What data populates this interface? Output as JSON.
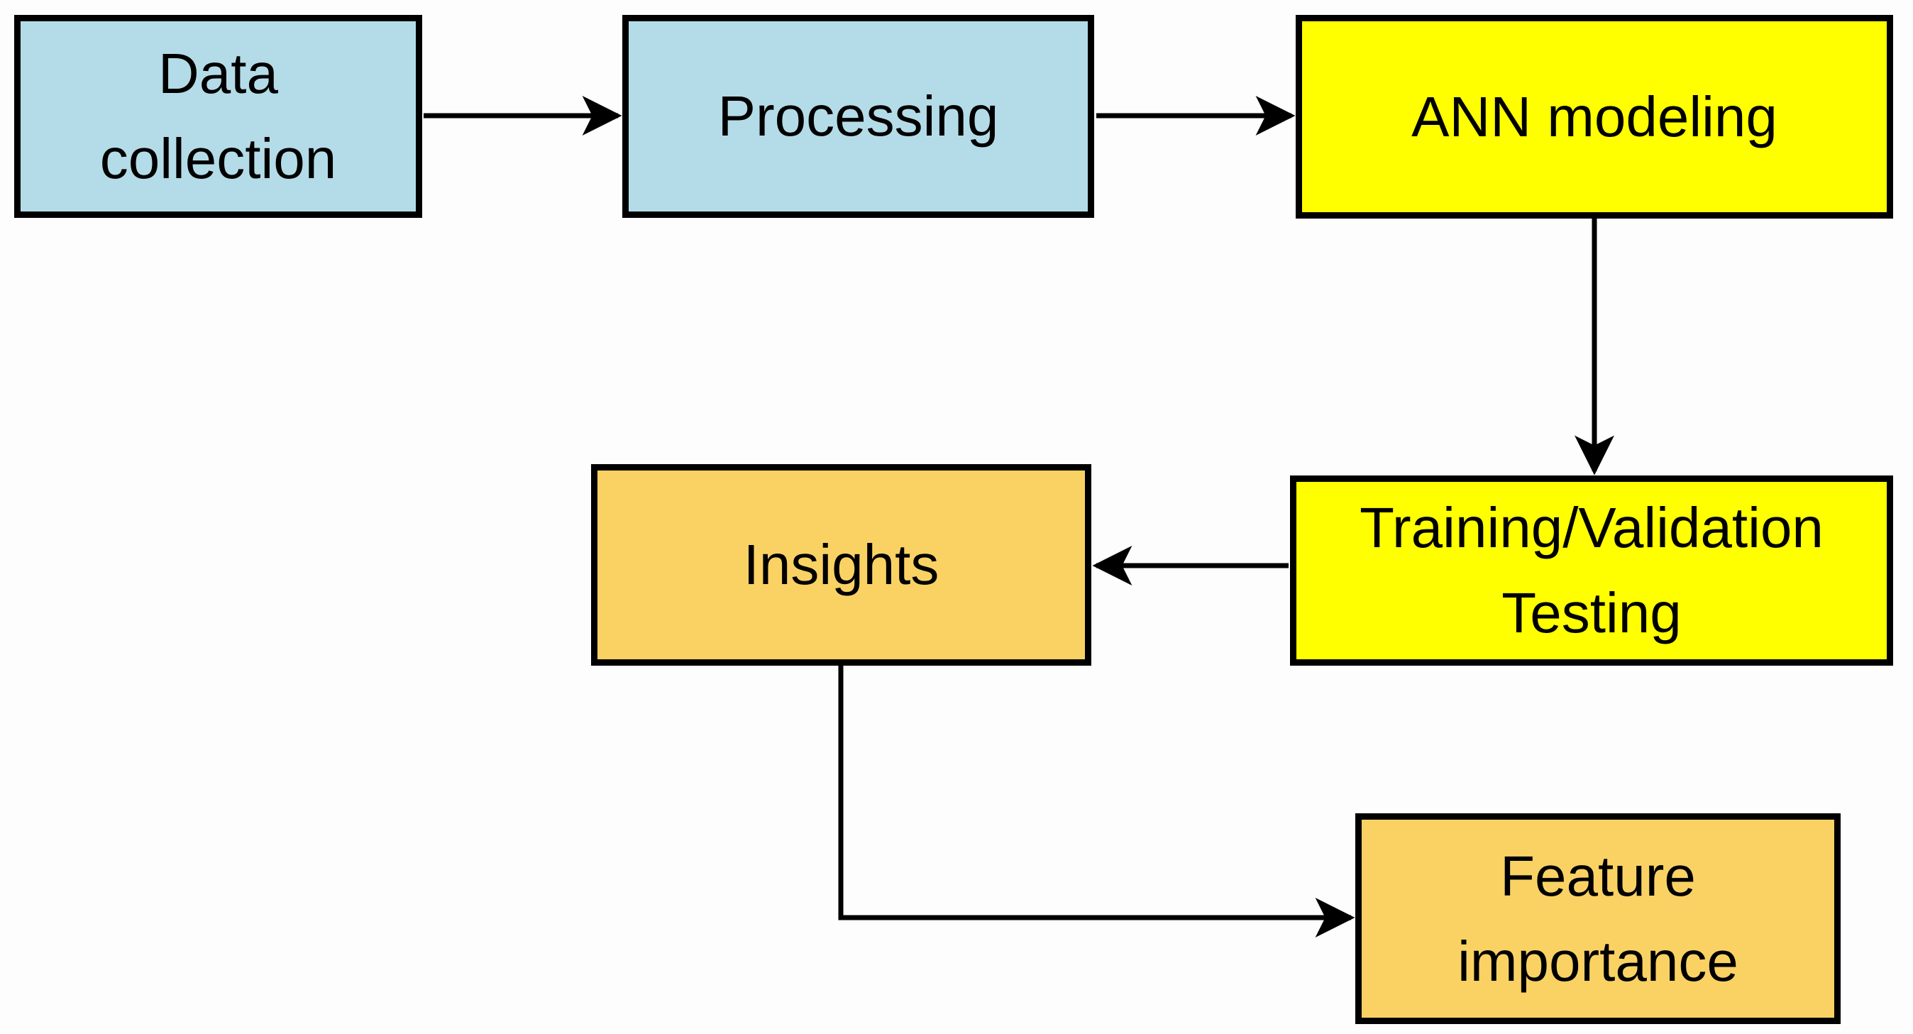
{
  "diagram": {
    "type": "flowchart",
    "background_color": "#fdfdfd",
    "border_color": "#000000",
    "arrow_color": "#000000",
    "text_color": "#000000",
    "node_colors": {
      "light_blue": "#b4dce8",
      "yellow": "#ffff00",
      "amber": "#fad264"
    },
    "nodes": [
      {
        "id": "data-collection",
        "label": "Data\ncollection",
        "fill": "#b4dce8"
      },
      {
        "id": "processing",
        "label": "Processing",
        "fill": "#b4dce8"
      },
      {
        "id": "ann-modeling",
        "label": "ANN modeling",
        "fill": "#ffff00"
      },
      {
        "id": "training-validation-testing",
        "label": "Training/Validation\nTesting",
        "fill": "#ffff00"
      },
      {
        "id": "insights",
        "label": "Insights",
        "fill": "#fad264"
      },
      {
        "id": "feature-importance",
        "label": "Feature\nimportance",
        "fill": "#fad264"
      }
    ],
    "edges": [
      {
        "from": "data-collection",
        "to": "processing"
      },
      {
        "from": "processing",
        "to": "ann-modeling"
      },
      {
        "from": "ann-modeling",
        "to": "training-validation-testing"
      },
      {
        "from": "training-validation-testing",
        "to": "insights"
      },
      {
        "from": "insights",
        "to": "feature-importance"
      }
    ]
  }
}
